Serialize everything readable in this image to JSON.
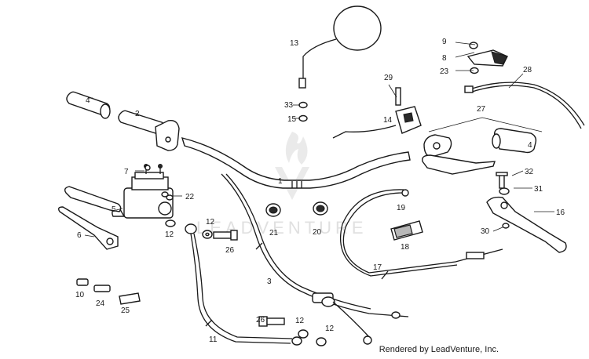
{
  "watermark": {
    "text": "LEADVENTURE"
  },
  "credit": "Rendered by LeadVenture, Inc.",
  "callouts": {
    "c1": "1",
    "c2": "2",
    "c3": "3",
    "c4a": "4",
    "c4b": "4",
    "c5": "5",
    "c6": "6",
    "c7": "7",
    "c8": "8",
    "c9": "9",
    "c10": "10",
    "c11": "11",
    "c12a": "12",
    "c12b": "12",
    "c12c": "12",
    "c12d": "12",
    "c13": "13",
    "c14": "14",
    "c15": "15",
    "c16": "16",
    "c17": "17",
    "c18": "18",
    "c19": "19",
    "c20": "20",
    "c21": "21",
    "c22": "22",
    "c23": "23",
    "c24": "24",
    "c25": "25",
    "c26a": "26",
    "c26b": "26",
    "c27": "27",
    "c28": "28",
    "c29": "29",
    "c30": "30",
    "c31": "31",
    "c32": "32",
    "c33": "33"
  }
}
